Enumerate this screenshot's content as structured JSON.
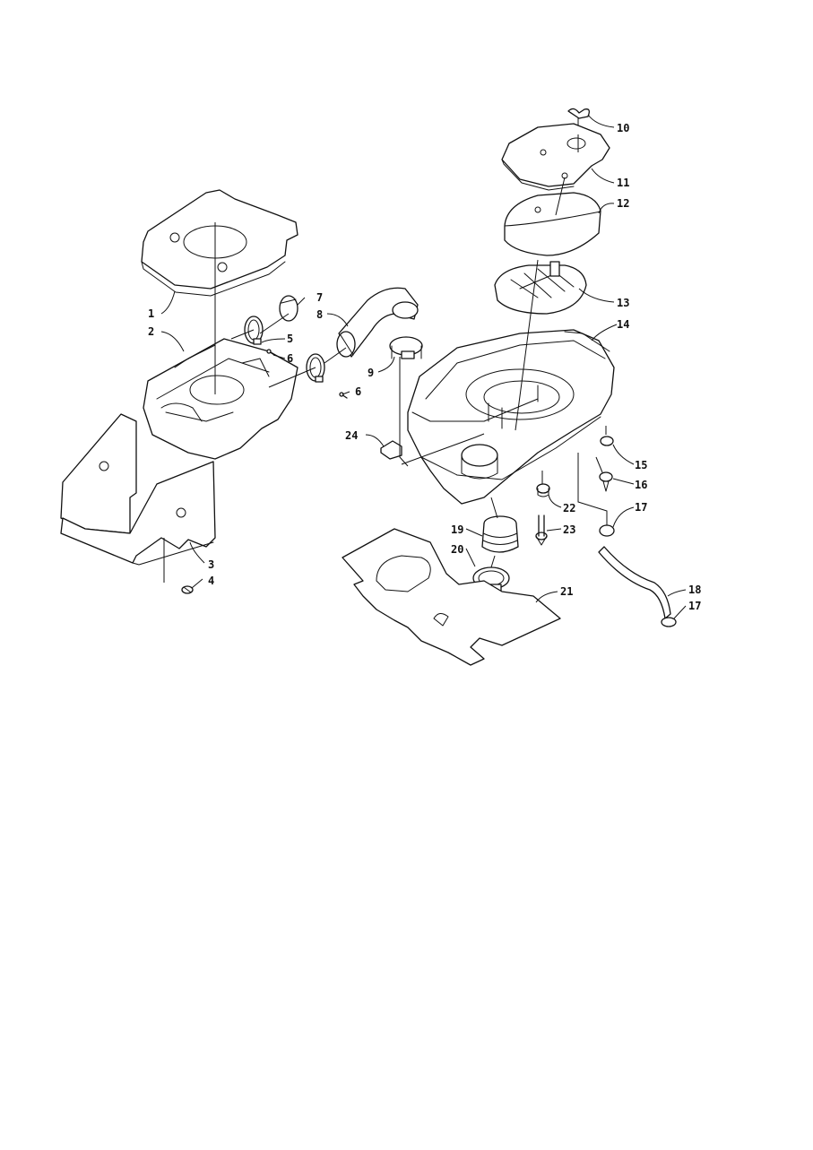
{
  "diagram": {
    "line_color": "#111111",
    "background": "#ffffff",
    "callouts": [
      {
        "id": "c1",
        "label": "1"
      },
      {
        "id": "c2",
        "label": "2"
      },
      {
        "id": "c3",
        "label": "3"
      },
      {
        "id": "c4",
        "label": "4"
      },
      {
        "id": "c5",
        "label": "5"
      },
      {
        "id": "c6a",
        "label": "6"
      },
      {
        "id": "c6b",
        "label": "6"
      },
      {
        "id": "c7",
        "label": "7"
      },
      {
        "id": "c8",
        "label": "8"
      },
      {
        "id": "c9",
        "label": "9"
      },
      {
        "id": "c10",
        "label": "10"
      },
      {
        "id": "c11",
        "label": "11"
      },
      {
        "id": "c12",
        "label": "12"
      },
      {
        "id": "c13",
        "label": "13"
      },
      {
        "id": "c14",
        "label": "14"
      },
      {
        "id": "c15",
        "label": "15"
      },
      {
        "id": "c16",
        "label": "16"
      },
      {
        "id": "c17a",
        "label": "17"
      },
      {
        "id": "c17b",
        "label": "17"
      },
      {
        "id": "c18",
        "label": "18"
      },
      {
        "id": "c19",
        "label": "19"
      },
      {
        "id": "c20",
        "label": "20"
      },
      {
        "id": "c21",
        "label": "21"
      },
      {
        "id": "c22",
        "label": "22"
      },
      {
        "id": "c23",
        "label": "23"
      },
      {
        "id": "c24",
        "label": "24"
      }
    ]
  }
}
